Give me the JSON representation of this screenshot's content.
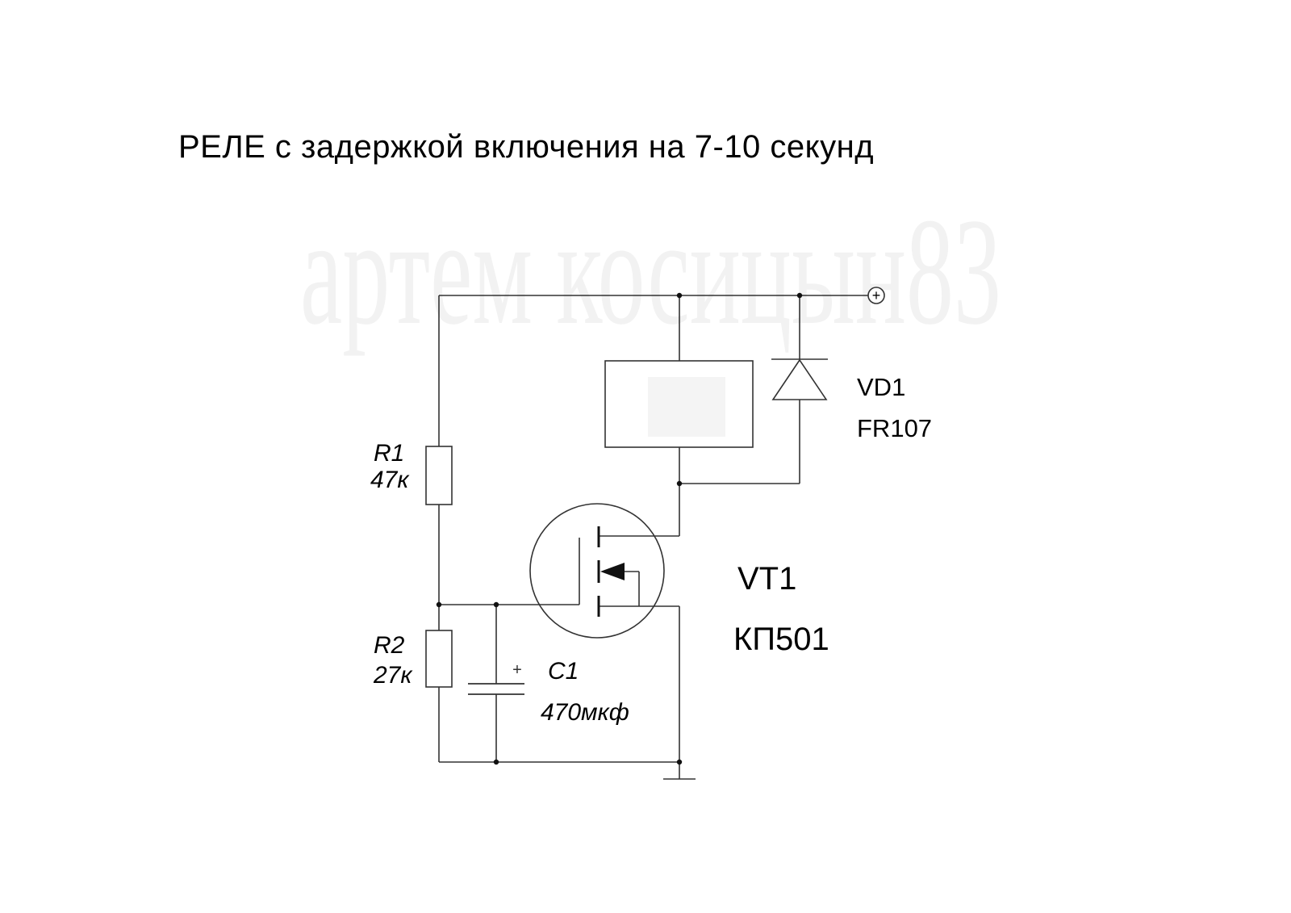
{
  "title": "РЕЛЕ с задержкой включения на 7-10 секунд",
  "watermark": "артем косицын83",
  "components": {
    "r1": {
      "ref": "R1",
      "value": "47к"
    },
    "r2": {
      "ref": "R2",
      "value": "27к"
    },
    "c1": {
      "ref": "C1",
      "value": "470мкф",
      "polarity_mark": "+"
    },
    "vd1": {
      "ref": "VD1",
      "part": "FR107"
    },
    "vt1": {
      "ref": "VT1",
      "part": "КП501"
    },
    "power_terminal": "+"
  }
}
